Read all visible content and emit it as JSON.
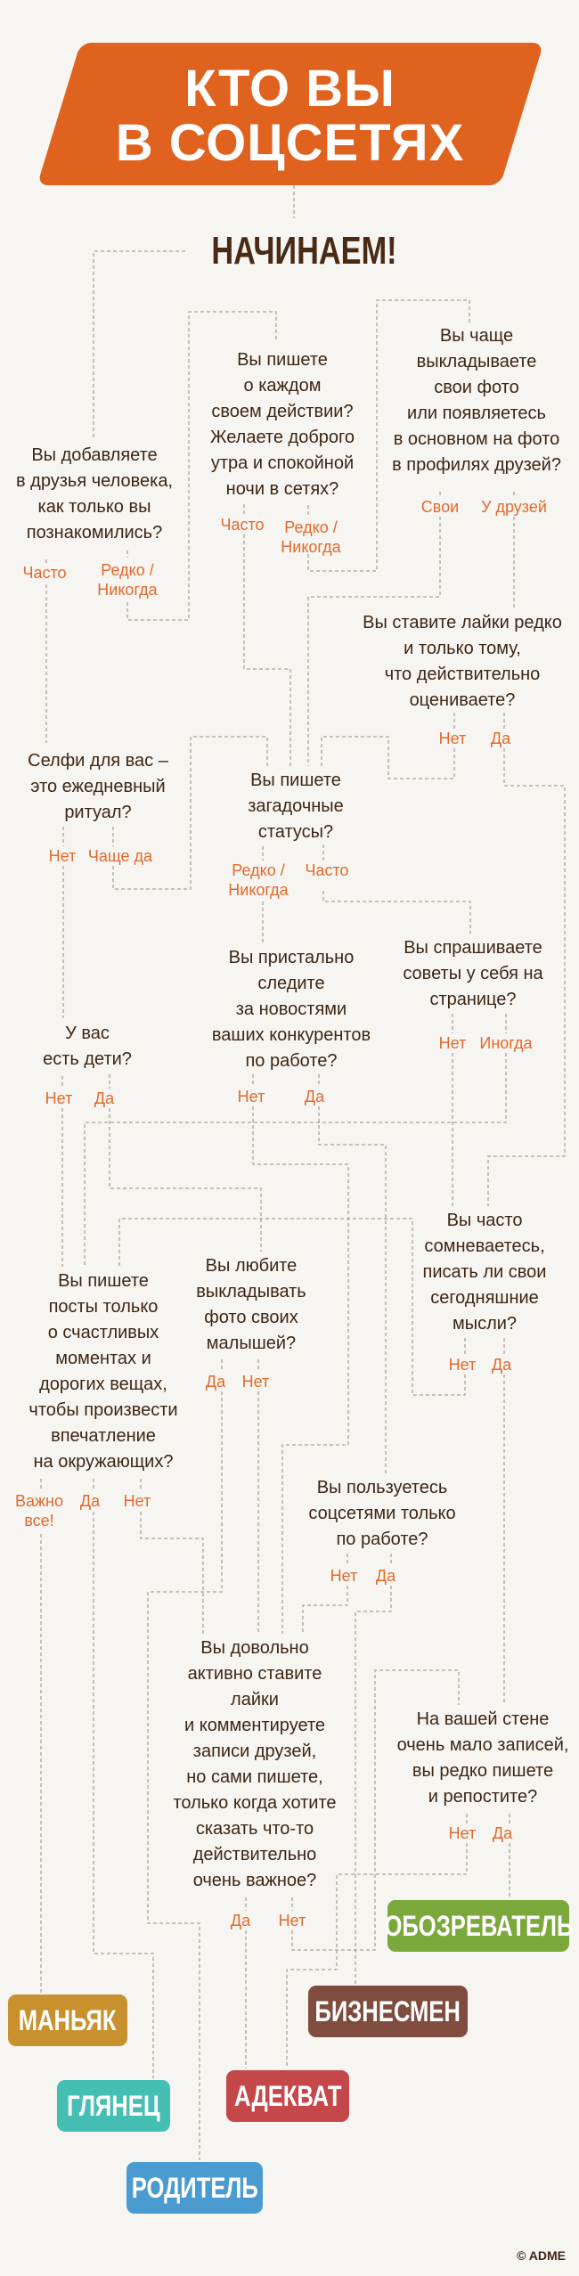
{
  "title": {
    "line1": "КТО ВЫ",
    "line2": "В СОЦСЕТЯХ"
  },
  "start": "НАЧИНАЕМ!",
  "colors": {
    "banner": "#e0621f",
    "text": "#3d2614",
    "answer": "#e06a2c",
    "background": "#f7f5f1"
  },
  "questions": [
    {
      "text": "Вы добавляете\nв друзья человека,\nкак только вы\nпознакомились?",
      "answers": [
        "Часто",
        "Редко /\nНикогда"
      ]
    },
    {
      "text": "Вы пишете\nо каждом\nсвоем действии?\nЖелаете доброго\nутра и спокойной\nночи в сетях?",
      "answers": [
        "Часто",
        "Редко /\nНикогда"
      ]
    },
    {
      "text": "Вы чаще\nвыкладываете\nсвои фото\nили появляетесь\nв основном на фото\nв профилях друзей?",
      "answers": [
        "Свои",
        "У друзей"
      ]
    },
    {
      "text": "Вы ставите лайки редко\nи только тому,\nчто действительно\nоцениваете?",
      "answers": [
        "Нет",
        "Да"
      ]
    },
    {
      "text": "Селфи для вас –\nэто ежедневный\nритуал?",
      "answers": [
        "Нет",
        "Чаще да"
      ]
    },
    {
      "text": "Вы пишете\nзагадочные\nстатусы?",
      "answers": [
        "Редко /\nНикогда",
        "Часто"
      ]
    },
    {
      "text": "Вы пристально\nследите\nза новостями\nваших конкурентов\nпо работе?",
      "answers": [
        "Нет",
        "Да"
      ]
    },
    {
      "text": "Вы спрашиваете\nсоветы у себя на\nстранице?",
      "answers": [
        "Нет",
        "Иногда"
      ]
    },
    {
      "text": "У вас\nесть дети?",
      "answers": [
        "Нет",
        "Да"
      ]
    },
    {
      "text": "Вы часто\nсомневаетесь,\nписать ли свои\nсегодняшние\nмысли?",
      "answers": [
        "Нет",
        "Да"
      ]
    },
    {
      "text": "Вы пишете\nпосты только\nо счастливых\nмоментах и\nдорогих вещах,\nчтобы произвести\nвпечатление\nна окружающих?",
      "answers": [
        "Важно\nвсе!",
        "Да",
        "Нет"
      ]
    },
    {
      "text": "Вы любите\nвыкладывать\nфото своих\nмалышей?",
      "answers": [
        "Да",
        "Нет"
      ]
    },
    {
      "text": "Вы пользуетесь\nсоцсетями только\nпо работе?",
      "answers": [
        "Нет",
        "Да"
      ]
    },
    {
      "text": "Вы довольно\nактивно ставите\nлайки\nи комментируете\nзаписи друзей,\nно сами пишете,\nтолько когда хотите\nсказать что-то\nдействительно\nочень важное?",
      "answers": [
        "Да",
        "Нет"
      ]
    },
    {
      "text": "На вашей стене\nочень мало записей,\nвы редко пишете\nи репостите?",
      "answers": [
        "Нет",
        "Да"
      ]
    }
  ],
  "results": [
    {
      "label": "ОБОЗРЕВАТЕЛЬ",
      "color": "#7ba83a"
    },
    {
      "label": "БИЗНЕСМЕН",
      "color": "#7f4c3e"
    },
    {
      "label": "МАНЬЯК",
      "color": "#c8912e"
    },
    {
      "label": "ГЛЯНЕЦ",
      "color": "#45bfb3"
    },
    {
      "label": "АДЕКВАТ",
      "color": "#c4474a"
    },
    {
      "label": "РОДИТЕЛЬ",
      "color": "#4a9bd0"
    }
  ],
  "copyright": "© ADME"
}
